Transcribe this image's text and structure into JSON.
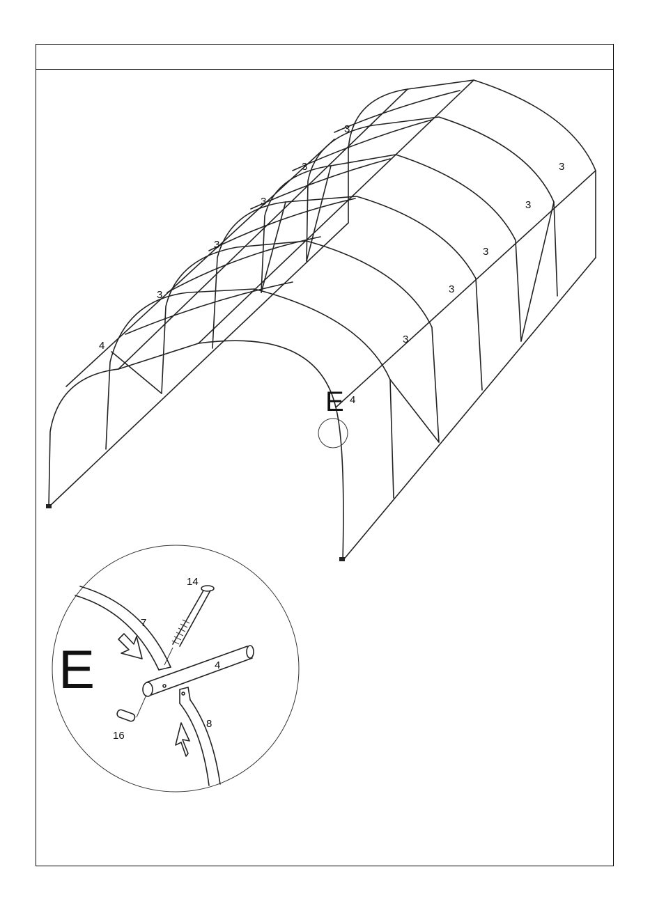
{
  "diagram": {
    "part_labels": {
      "ridge_labels": [
        "3",
        "3",
        "3",
        "3",
        "3"
      ],
      "left_side_labels": [
        "3",
        "4"
      ],
      "right_side_labels": [
        "3",
        "3",
        "3",
        "3",
        "3"
      ],
      "front_label": "4"
    },
    "detail_callout": "E",
    "detail": {
      "letter": "E",
      "parts": {
        "bolt": "14",
        "pipe_upper": "7",
        "cross_tube": "4",
        "pipe_lower": "8",
        "nut": "16"
      }
    }
  }
}
